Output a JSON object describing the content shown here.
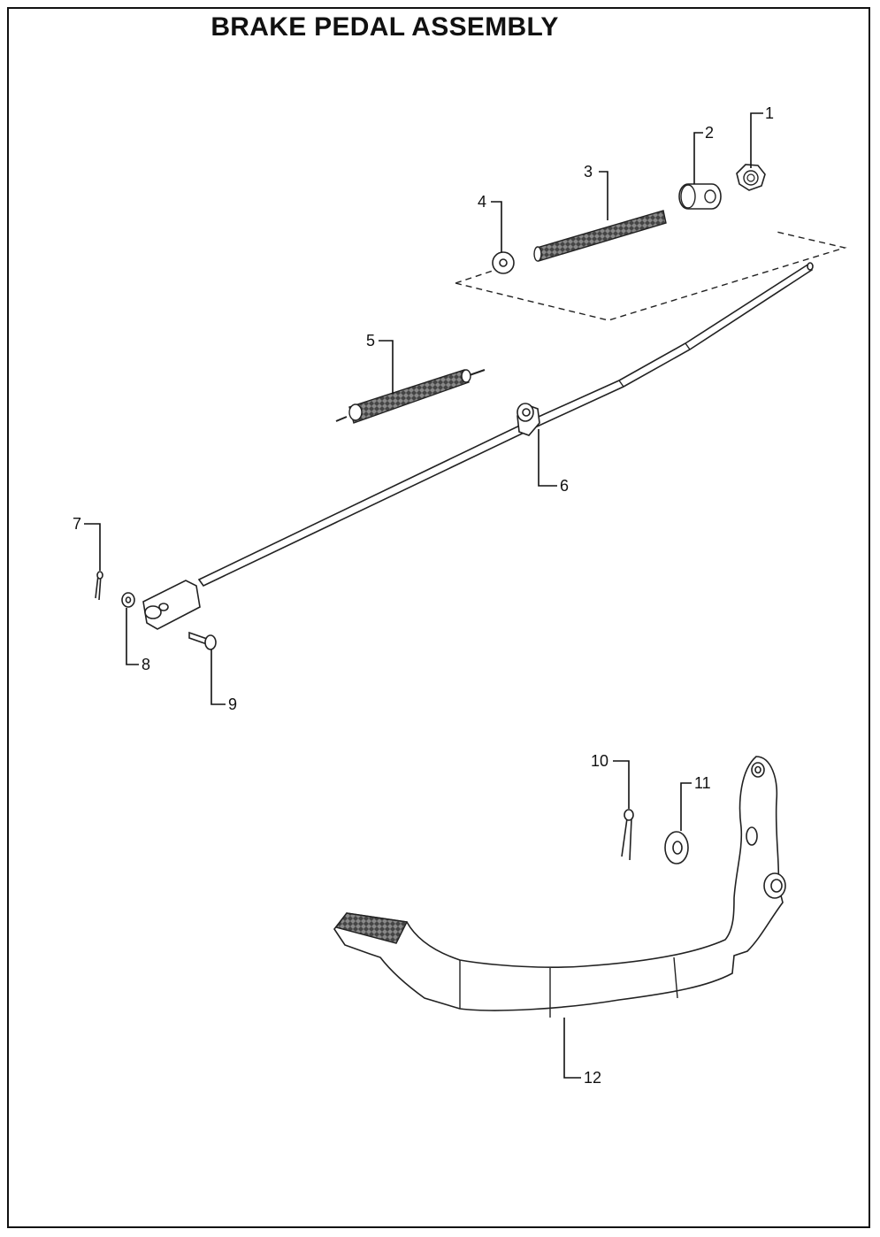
{
  "title": "BRAKE PEDAL ASSEMBLY",
  "callouts": [
    "1",
    "2",
    "3",
    "4",
    "5",
    "6",
    "7",
    "8",
    "9",
    "10",
    "11",
    "12"
  ]
}
